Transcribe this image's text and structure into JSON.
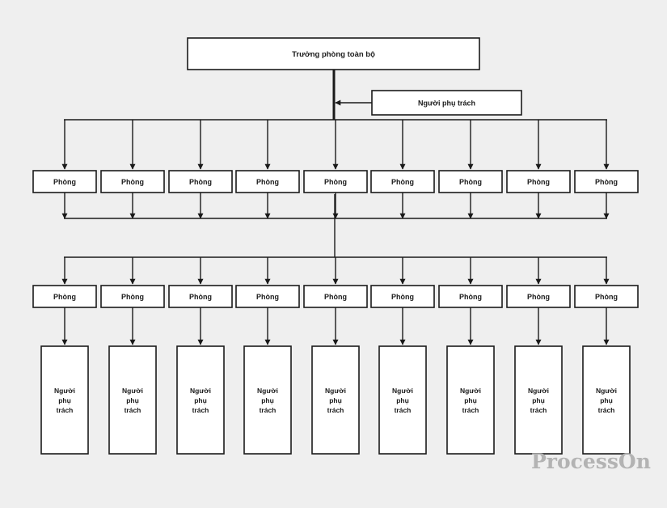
{
  "diagram": {
    "top_node": "Trưởng phòng toàn bộ",
    "side_node": "Người phụ trách",
    "row1_nodes": [
      "Phòng",
      "Phòng",
      "Phòng",
      "Phòng",
      "Phòng",
      "Phòng",
      "Phòng",
      "Phòng",
      "Phòng"
    ],
    "row2_nodes": [
      "Phòng",
      "Phòng",
      "Phòng",
      "Phòng",
      "Phòng",
      "Phòng",
      "Phòng",
      "Phòng",
      "Phòng"
    ],
    "bottom_nodes": [
      [
        "Người",
        "phụ",
        "trách"
      ],
      [
        "Người",
        "phụ",
        "trách"
      ],
      [
        "Người",
        "phụ",
        "trách"
      ],
      [
        "Người",
        "phụ",
        "trách"
      ],
      [
        "Người",
        "phụ",
        "trách"
      ],
      [
        "Người",
        "phụ",
        "trách"
      ],
      [
        "Người",
        "phụ",
        "trách"
      ],
      [
        "Người",
        "phụ",
        "trách"
      ],
      [
        "Người",
        "phụ",
        "trách"
      ]
    ]
  },
  "watermark": "ProcessOn",
  "colors": {
    "background": "#efefef",
    "stroke": "#1a1a1a",
    "box_fill": "#ffffff",
    "watermark": "#b3b3b3"
  }
}
